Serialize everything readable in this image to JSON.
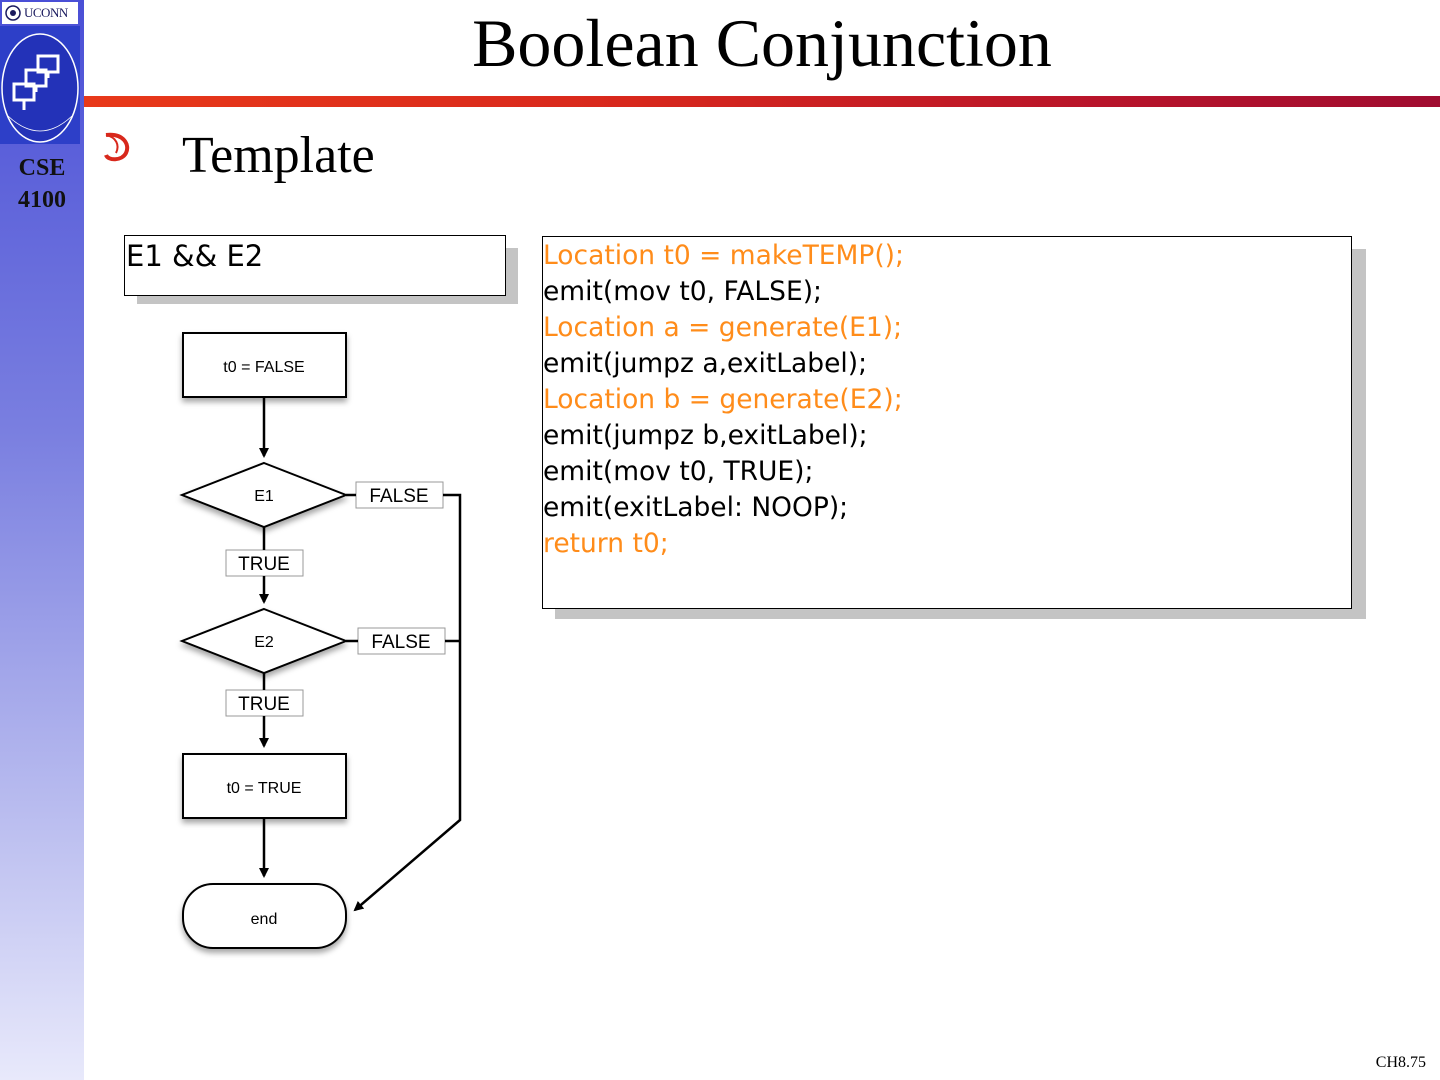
{
  "sidebar": {
    "logo_top_text": "UCONN",
    "course_line1": "CSE",
    "course_line2": "4100"
  },
  "slide": {
    "title": "Boolean Conjunction",
    "bullet": "Template",
    "expression": "E1 && E2",
    "slide_number": "CH8.75"
  },
  "code": [
    {
      "text": "Location t0 = makeTEMP();",
      "color": "#ff8c1a"
    },
    {
      "text": "emit(mov t0, FALSE);",
      "color": "#000000"
    },
    {
      "text": "Location a = generate(E1);",
      "color": "#ff8c1a"
    },
    {
      "text": "emit(jumpz a,exitLabel);",
      "color": "#000000"
    },
    {
      "text": "Location b = generate(E2);",
      "color": "#ff8c1a"
    },
    {
      "text": "emit(jumpz b,exitLabel);",
      "color": "#000000"
    },
    {
      "text": "emit(mov t0, TRUE);",
      "color": "#000000"
    },
    {
      "text": "emit(exitLabel: NOOP);",
      "color": "#000000"
    },
    {
      "text": "return t0;",
      "color": "#ff8c1a"
    }
  ],
  "flowchart": {
    "start_box": "t0 = FALSE",
    "decision1": "E1",
    "decision2": "E2",
    "true_label1": "TRUE",
    "true_label2": "TRUE",
    "false_label1": "FALSE",
    "false_label2": "FALSE",
    "assign_box": "t0 = TRUE",
    "end": "end"
  },
  "colors": {
    "accent": "#d8281c",
    "code_highlight": "#ff8c1a",
    "sidebar": "#4a4fd6"
  }
}
